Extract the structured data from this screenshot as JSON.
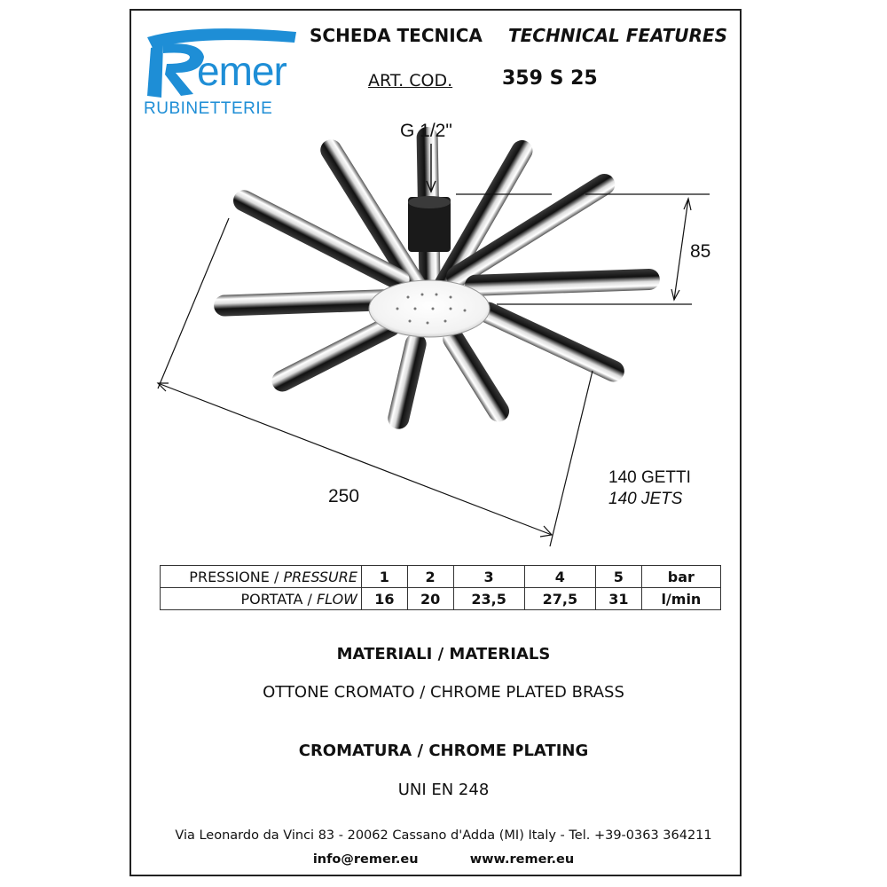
{
  "brand": {
    "name": "Remer",
    "subtitle": "RUBINETTERIE",
    "color": "#1e8ed6"
  },
  "header": {
    "title_it": "SCHEDA TECNICA",
    "title_en": "TECHNICAL FEATURES",
    "art_label": "ART. COD.",
    "art_code": "359 S 25"
  },
  "drawing": {
    "connection": "G 1/2\"",
    "height": "85",
    "diameter": "250",
    "jets_it": "140 GETTI",
    "jets_en": "140 JETS"
  },
  "spec_table": {
    "pressure_it": "PRESSIONE",
    "pressure_en": "PRESSURE",
    "flow_it": "PORTATA",
    "flow_en": "FLOW",
    "separator": " / ",
    "pressure_values": [
      "1",
      "2",
      "3",
      "4",
      "5"
    ],
    "pressure_unit": "bar",
    "flow_values": [
      "16",
      "20",
      "23,5",
      "27,5",
      "31"
    ],
    "flow_unit": "l/min"
  },
  "materials": {
    "title": "MATERIALI / MATERIALS",
    "value": "OTTONE CROMATO / CHROME PLATED BRASS"
  },
  "plating": {
    "title": "CROMATURA / CHROME PLATING",
    "value": "UNI EN 248"
  },
  "footer": {
    "address": "Via Leonardo da Vinci 83 - 20062 Cassano d'Adda (MI) Italy - Tel. +39-0363 364211",
    "email": "info@remer.eu",
    "website": "www.remer.eu"
  }
}
